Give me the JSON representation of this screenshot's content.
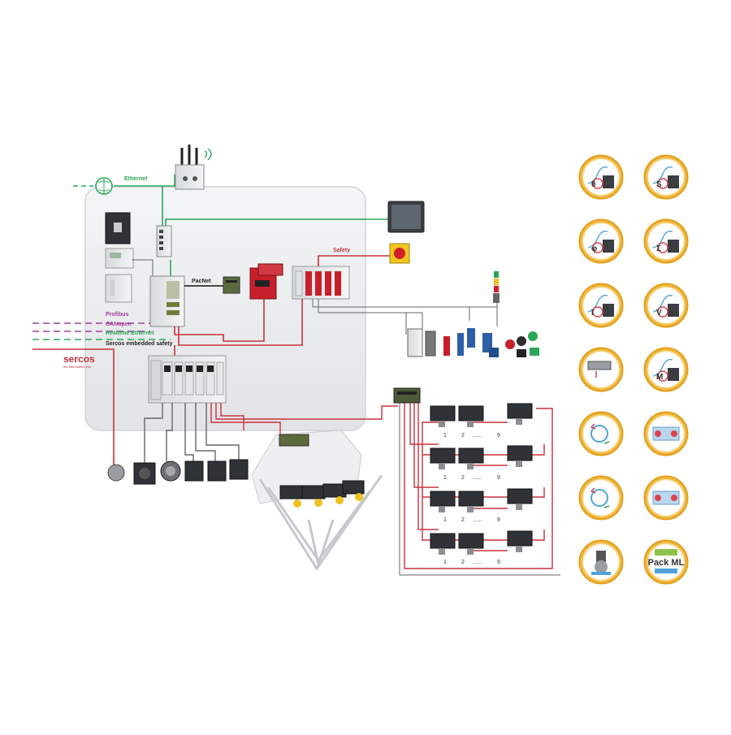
{
  "labels": {
    "ethernet": "Ethernet",
    "pacnet": "PacNet",
    "safety": "Safety",
    "profibus": "Profibus",
    "canopen": "CANopen",
    "realtime_ethernet": "Realtime Ethernet",
    "sercos_safety": "Sercos embedded safety",
    "sercos_logo": "sercos",
    "sercos_tagline": "the automation bus"
  },
  "drive_rows": [
    {
      "numbers": [
        "1",
        "2",
        "9"
      ],
      "ellipsis": "......"
    },
    {
      "numbers": [
        "1",
        "2",
        "9"
      ],
      "ellipsis": "......"
    },
    {
      "numbers": [
        "1",
        "2",
        "9"
      ],
      "ellipsis": "......"
    },
    {
      "numbers": [
        "1",
        "2",
        "9"
      ],
      "ellipsis": "......"
    }
  ],
  "function_icons": [
    {
      "name": "cam-theta-icon",
      "glyph": "θ"
    },
    {
      "name": "s-curve-motor-icon",
      "glyph": "S"
    },
    {
      "name": "phase-motor-icon",
      "glyph": "φ"
    },
    {
      "name": "sigma-motor-icon",
      "glyph": "Σ"
    },
    {
      "name": "current-motor-icon",
      "glyph": "I"
    },
    {
      "name": "velocity-motor-icon",
      "glyph": "V"
    },
    {
      "name": "linear-axis-icon",
      "glyph": ""
    },
    {
      "name": "torque-motor-icon",
      "glyph": "M"
    },
    {
      "name": "rotary-knife-icon",
      "glyph": ""
    },
    {
      "name": "conveyor-icon",
      "glyph": ""
    },
    {
      "name": "cross-cutter-icon",
      "glyph": ""
    },
    {
      "name": "rollers-icon",
      "glyph": ""
    },
    {
      "name": "robot-icon",
      "glyph": ""
    },
    {
      "name": "packml-icon",
      "glyph": "Pack ML"
    }
  ],
  "colors": {
    "ethernet": "#2aa65a",
    "safety": "#c8323c",
    "profibus": "#a23c9a",
    "canopen": "#a23c9a",
    "realtime": "#2aa65a",
    "sercos": "#c8323c",
    "cable": "#555555",
    "accent_ring": "#e8a81e"
  }
}
